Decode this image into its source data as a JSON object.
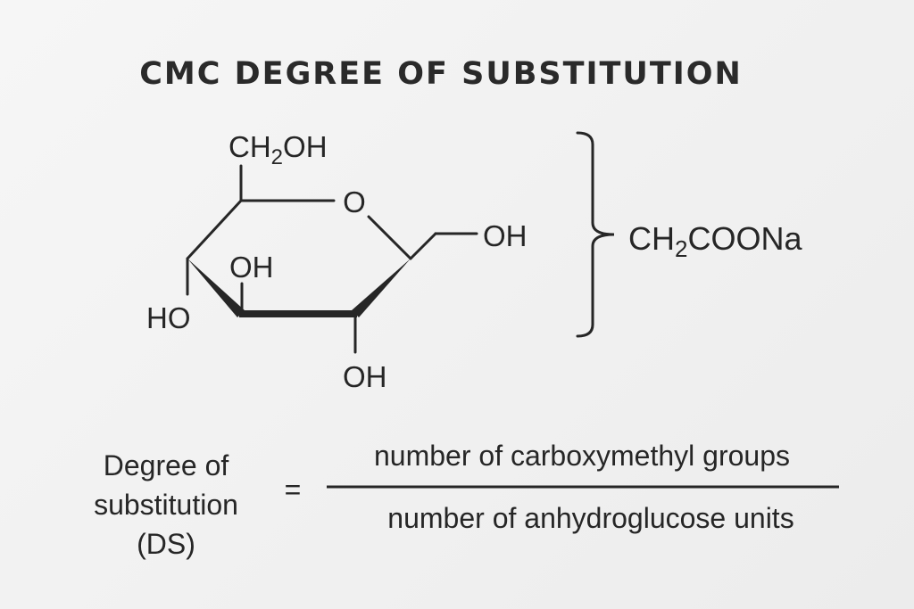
{
  "title": "CMC DEGREE OF SUBSTITUTION",
  "structure": {
    "top_group_main": "CH",
    "top_group_sub": "2",
    "top_group_end": "OH",
    "ring_oxygen": "O",
    "right_oh": "OH",
    "inner_oh": "OH",
    "left_ho": "HO",
    "bottom_oh": "OH"
  },
  "substituent": {
    "main": "CH",
    "sub": "2",
    "end": "COONa"
  },
  "formula": {
    "lhs_lines": [
      "Degree of",
      "substitution",
      "(DS)"
    ],
    "equals": "=",
    "numerator": "number of carboxymethyl groups",
    "denominator": "number of anhydroglucose units"
  }
}
